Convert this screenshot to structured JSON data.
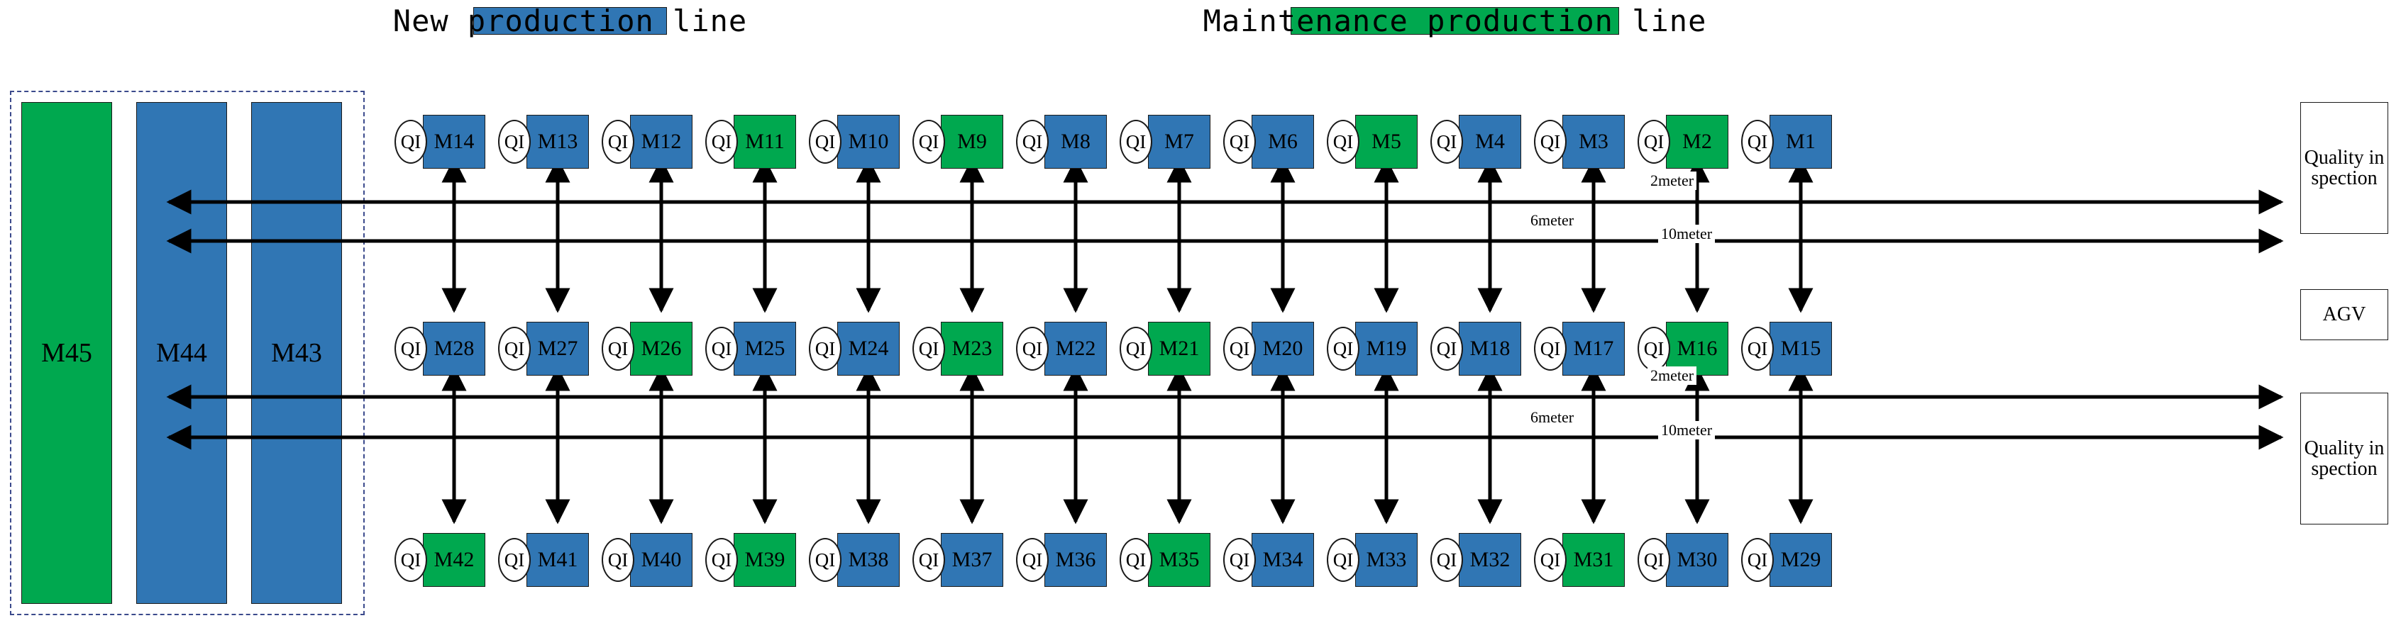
{
  "legend": {
    "new_line": "New production line",
    "maintenance_line": "Maintenance production line",
    "colors": {
      "blue": "#3076b4",
      "green": "#00a84f",
      "outline": "#1a1a1a",
      "dashed_border": "#3b4a8c",
      "background": "#ffffff"
    }
  },
  "left_group": {
    "machines": [
      {
        "label": "M45",
        "color": "green"
      },
      {
        "label": "M44",
        "color": "blue"
      },
      {
        "label": "M43",
        "color": "blue"
      }
    ]
  },
  "qi_label": "QI",
  "rows": [
    {
      "name": "top-row",
      "machines": [
        {
          "label": "M14",
          "color": "blue"
        },
        {
          "label": "M13",
          "color": "blue"
        },
        {
          "label": "M12",
          "color": "blue"
        },
        {
          "label": "M11",
          "color": "green"
        },
        {
          "label": "M10",
          "color": "blue"
        },
        {
          "label": "M9",
          "color": "green"
        },
        {
          "label": "M8",
          "color": "blue"
        },
        {
          "label": "M7",
          "color": "blue"
        },
        {
          "label": "M6",
          "color": "blue"
        },
        {
          "label": "M5",
          "color": "green"
        },
        {
          "label": "M4",
          "color": "blue"
        },
        {
          "label": "M3",
          "color": "blue"
        },
        {
          "label": "M2",
          "color": "green"
        },
        {
          "label": "M1",
          "color": "blue"
        }
      ]
    },
    {
      "name": "middle-row",
      "machines": [
        {
          "label": "M28",
          "color": "blue"
        },
        {
          "label": "M27",
          "color": "blue"
        },
        {
          "label": "M26",
          "color": "green"
        },
        {
          "label": "M25",
          "color": "blue"
        },
        {
          "label": "M24",
          "color": "blue"
        },
        {
          "label": "M23",
          "color": "green"
        },
        {
          "label": "M22",
          "color": "blue"
        },
        {
          "label": "M21",
          "color": "green"
        },
        {
          "label": "M20",
          "color": "blue"
        },
        {
          "label": "M19",
          "color": "blue"
        },
        {
          "label": "M18",
          "color": "blue"
        },
        {
          "label": "M17",
          "color": "blue"
        },
        {
          "label": "M16",
          "color": "green"
        },
        {
          "label": "M15",
          "color": "blue"
        }
      ]
    },
    {
      "name": "bottom-row",
      "machines": [
        {
          "label": "M42",
          "color": "green"
        },
        {
          "label": "M41",
          "color": "blue"
        },
        {
          "label": "M40",
          "color": "blue"
        },
        {
          "label": "M39",
          "color": "green"
        },
        {
          "label": "M38",
          "color": "blue"
        },
        {
          "label": "M37",
          "color": "blue"
        },
        {
          "label": "M36",
          "color": "blue"
        },
        {
          "label": "M35",
          "color": "green"
        },
        {
          "label": "M34",
          "color": "blue"
        },
        {
          "label": "M33",
          "color": "blue"
        },
        {
          "label": "M32",
          "color": "blue"
        },
        {
          "label": "M31",
          "color": "green"
        },
        {
          "label": "M30",
          "color": "blue"
        },
        {
          "label": "M29",
          "color": "blue"
        }
      ]
    }
  ],
  "side_labels": {
    "quality_inspection_top": "Quality inspection",
    "agv": "AGV",
    "quality_inspection_bottom": "Quality inspection"
  },
  "distances": {
    "two_meter_top": "2meter",
    "six_meter_top": "6meter",
    "ten_meter_top": "10meter",
    "two_meter_bottom": "2meter",
    "six_meter_bottom": "6meter",
    "ten_meter_bottom": "10meter"
  }
}
